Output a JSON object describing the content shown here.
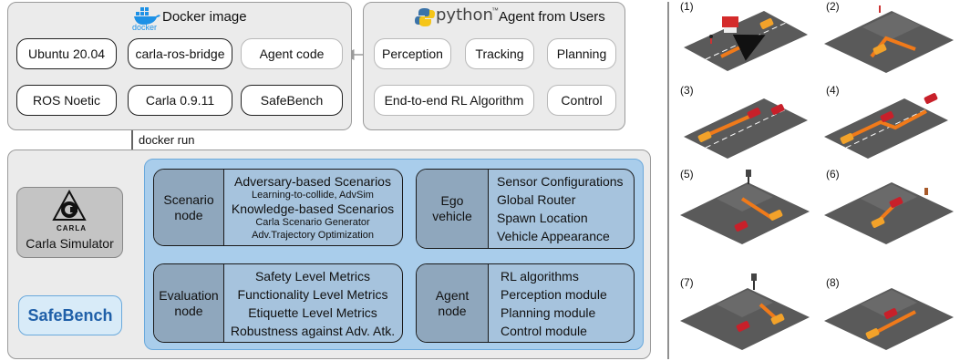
{
  "docker_panel": {
    "title": "Docker image",
    "logo_text": "docker",
    "items": [
      "Ubuntu 20.04",
      "carla-ros-bridge",
      "Agent code",
      "ROS Noetic",
      "Carla 0.9.11",
      "SafeBench"
    ]
  },
  "python_panel": {
    "logo_text": "python",
    "logo_tm": "™",
    "title": "Agent from Users",
    "items": [
      "Perception",
      "Tracking",
      "Planning",
      "End-to-end RL Algorithm",
      "Control"
    ]
  },
  "docker_run": "docker run",
  "carla": {
    "logo_text": "CARLA",
    "label": "Carla Simulator"
  },
  "safebench": "SafeBench",
  "scenario_node": {
    "label_1": "Scenario",
    "label_2": "node",
    "line1": "Adversary-based Scenarios",
    "line2": "Learning-to-collide, AdvSim",
    "line3": "Knowledge-based Scenarios",
    "line4": "Carla Scenario Generator",
    "line5": "Adv.Trajectory Optimization"
  },
  "ego_node": {
    "label_1": "Ego",
    "label_2": "vehicle",
    "items": [
      "Sensor Configurations",
      "Global Router",
      "Spawn Location",
      "Vehicle Appearance"
    ]
  },
  "eval_node": {
    "label_1": "Evaluation",
    "label_2": "node",
    "items": [
      "Safety Level Metrics",
      "Functionality Level Metrics",
      "Etiquette Level Metrics",
      "Robustness against Adv. Atk."
    ]
  },
  "agent_node": {
    "label_1": "Agent",
    "label_2": "node",
    "items": [
      "RL algorithms",
      "Perception module",
      "Planning module",
      "Control module"
    ]
  },
  "scenario_numbers": [
    "(1)",
    "(2)",
    "(3)",
    "(4)",
    "(5)",
    "(6)",
    "(7)",
    "(8)"
  ],
  "colors": {
    "panel_bg": "#ebebeb",
    "blue_bg": "#a9cdeb",
    "node_bg": "#a6c3dd",
    "node_label_bg": "#8fa7bd",
    "safebench_blue": "#1f5fa8",
    "road": "#5a5a5a",
    "car": "#f2a22a",
    "arrow": "#f07a1a"
  }
}
